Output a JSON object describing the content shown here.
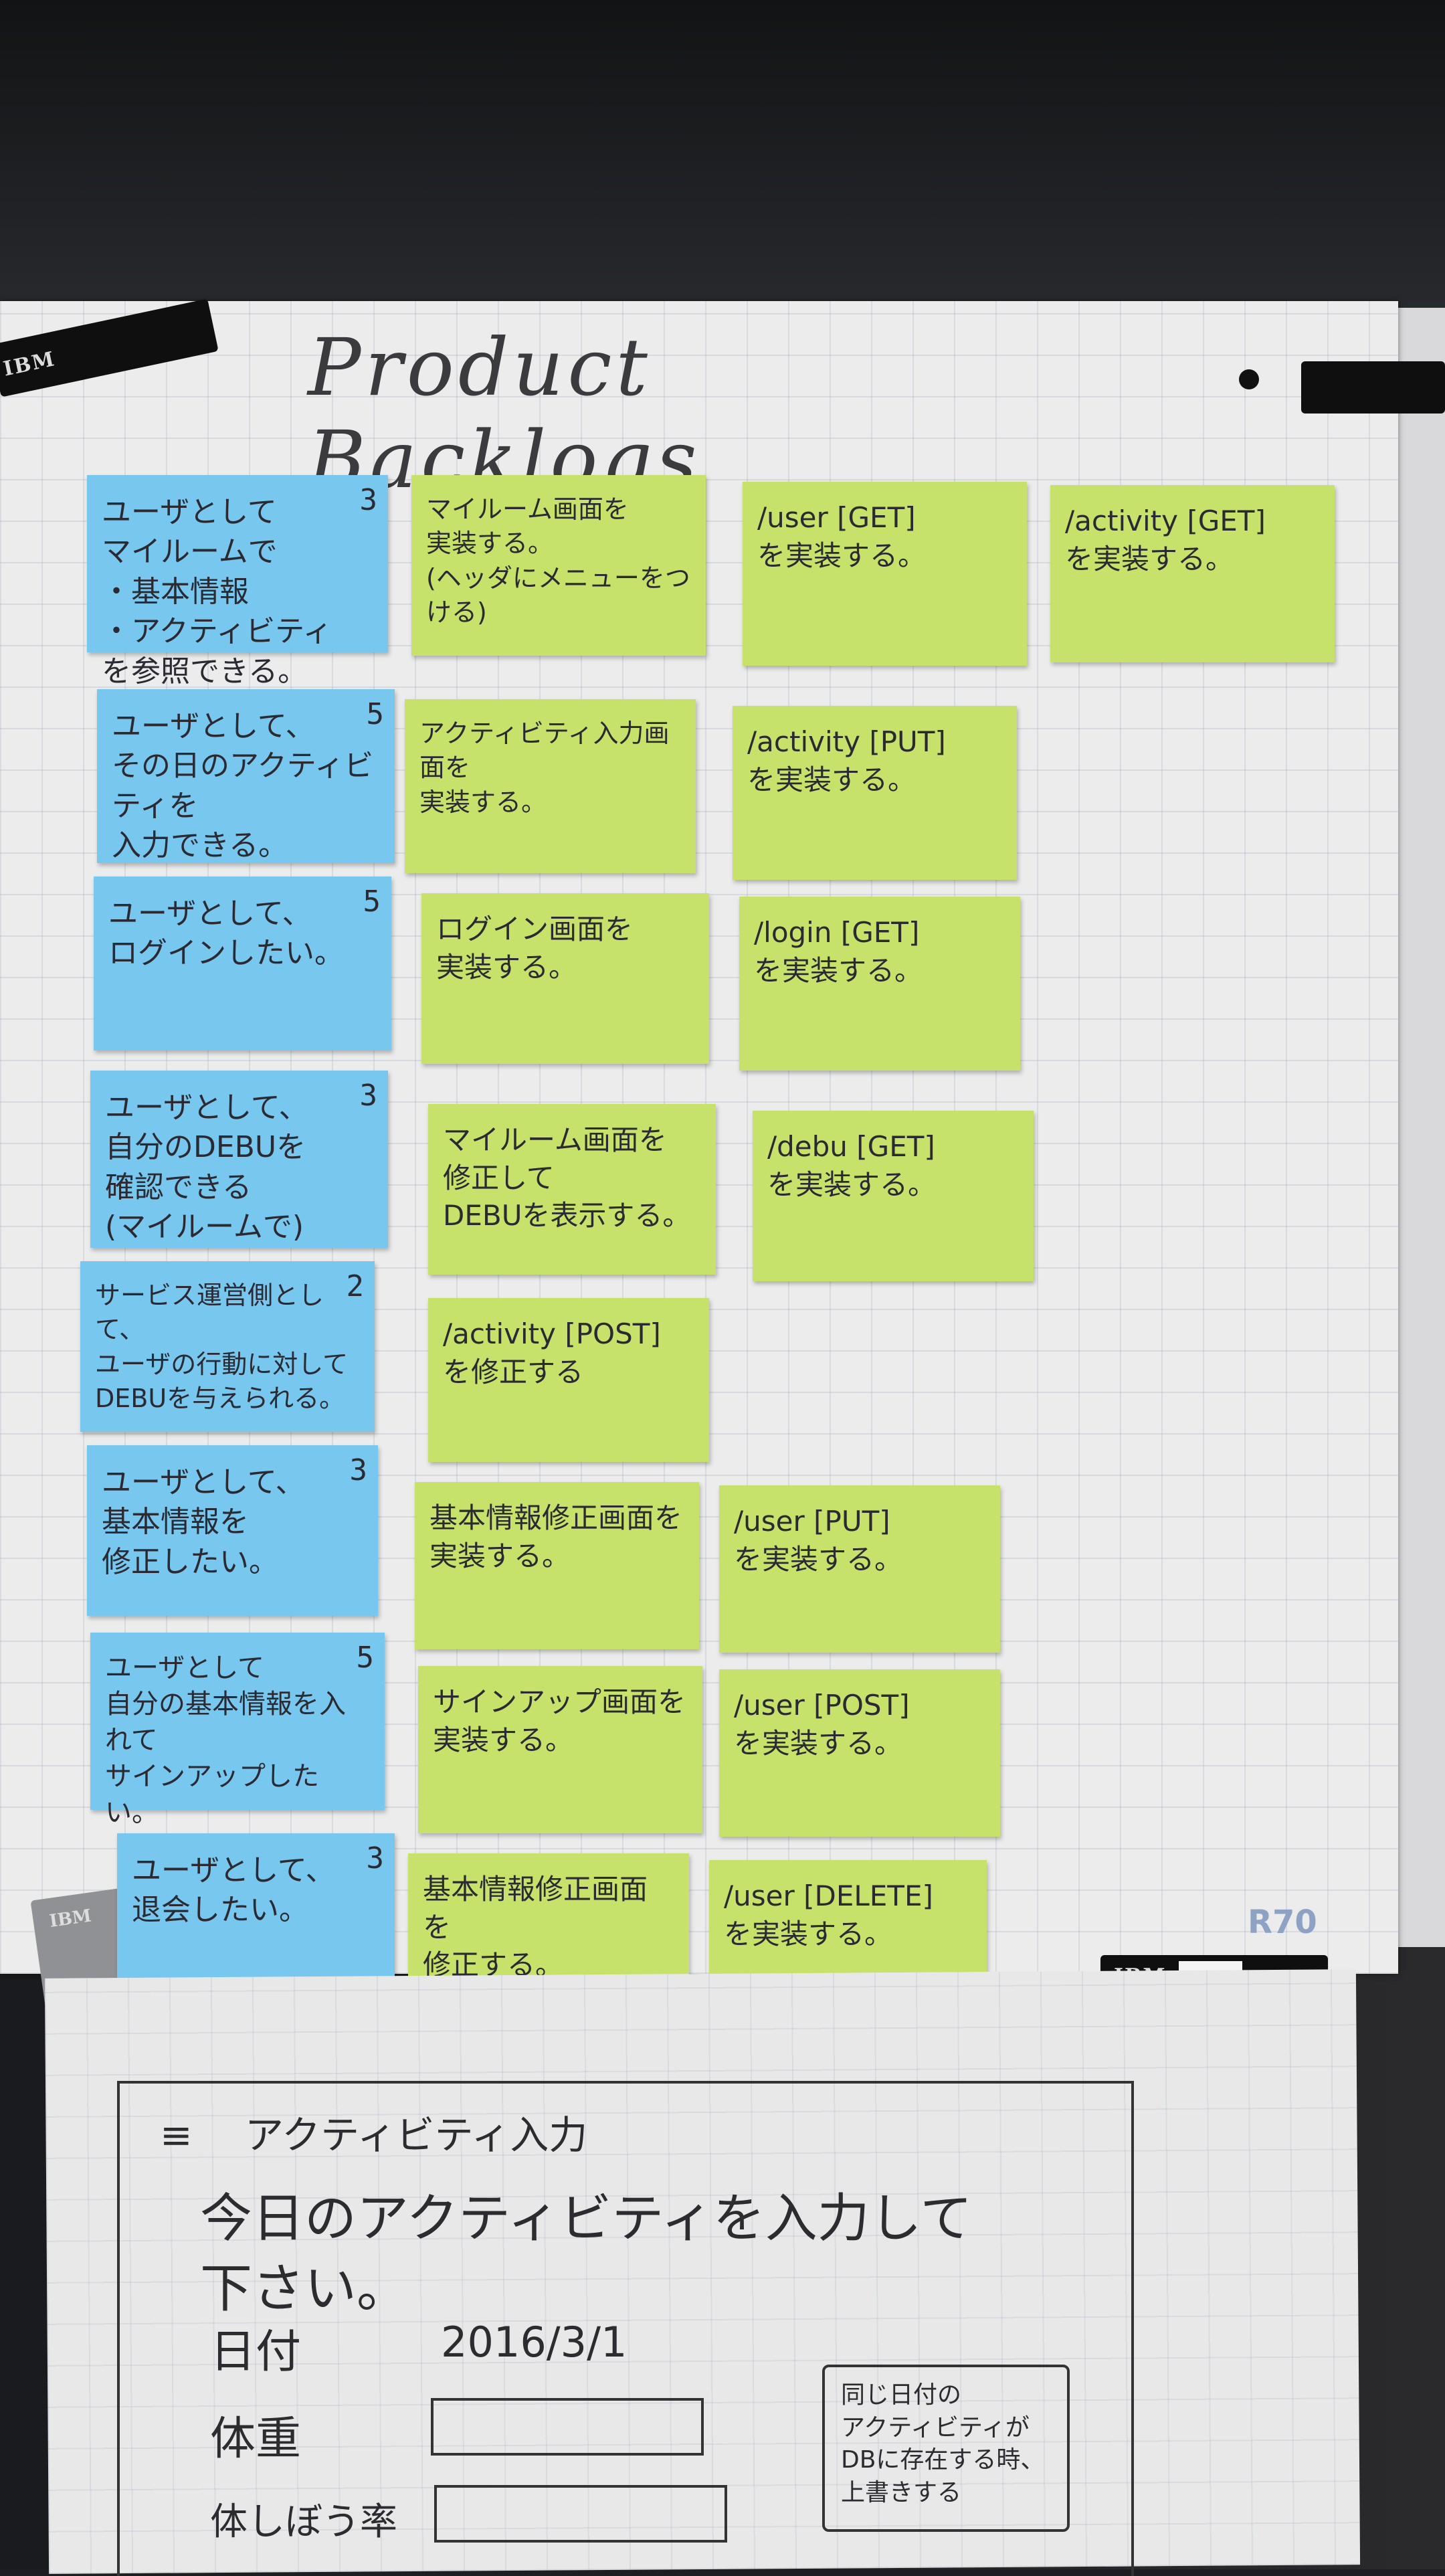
{
  "title": "Product Backlogs",
  "magnet_brand": "IBM",
  "watermark": "R70",
  "stories": [
    {
      "text": "ユーザとして\nマイルームで\n・基本情報\n・アクティビティ\nを参照できる。",
      "points": "3"
    },
    {
      "text": "ユーザとして、\nその日のアクティビティを\n入力できる。",
      "points": "5"
    },
    {
      "text": "ユーザとして、\nログインしたい。",
      "points": "5"
    },
    {
      "text": "ユーザとして、\n自分のDEBUを\n確認できる\n(マイルームで)",
      "points": "3"
    },
    {
      "text": "サービス運営側として、\nユーザの行動に対して\nDEBUを与えられる。",
      "points": "2"
    },
    {
      "text": "ユーザとして、\n基本情報を\n修正したい。",
      "points": "3"
    },
    {
      "text": "ユーザとして\n自分の基本情報を入れて\nサインアップしたい。",
      "points": "5"
    },
    {
      "text": "ユーザとして、\n退会したい。",
      "points": "3"
    }
  ],
  "tasks": [
    [
      {
        "text": "マイルーム画面を\n実装する。\n(ヘッダにメニューをつける)",
        "stamp": ""
      },
      {
        "text": "/user [GET]\nを実装する。",
        "stamp": ""
      },
      {
        "text": "/activity [GET]\nを実装する。",
        "stamp": ""
      }
    ],
    [
      {
        "text": "アクティビティ入力画面を\n実装する。",
        "stamp": ""
      },
      {
        "text": "/activity [PUT]\nを実装する。",
        "stamp": ""
      }
    ],
    [
      {
        "text": "ログイン画面を\n実装する。",
        "stamp": ""
      },
      {
        "text": "/login [GET]\nを実装する。",
        "stamp": ""
      }
    ],
    [
      {
        "text": "マイルーム画面を\n修正して\nDEBUを表示する。",
        "stamp": ""
      },
      {
        "text": "/debu [GET]\nを実装する。",
        "stamp": ""
      }
    ],
    [
      {
        "text": "/activity [POST]\nを修正する",
        "stamp": ""
      }
    ],
    [
      {
        "text": "基本情報修正画面を\n実装する。",
        "stamp": ""
      },
      {
        "text": "/user [PUT]\nを実装する。",
        "stamp": ""
      }
    ],
    [
      {
        "text": "サインアップ画面を\n実装する。",
        "stamp": ""
      },
      {
        "text": "/user [POST]\nを実装する。",
        "stamp": ""
      }
    ],
    [
      {
        "text": "基本情報修正画面を\n修正する。",
        "stamp": ""
      },
      {
        "text": "/user [DELETE]\nを実装する。",
        "stamp": ""
      }
    ]
  ],
  "sketch": {
    "menu_icon": "≡",
    "header": "アクティビティ入力",
    "prompt": "今日のアクティビティを入力して\n下さい。",
    "date_label": "日付",
    "date_value": "2016/3/1",
    "weight_label": "体重",
    "bodyfat_label": "体しぼう率",
    "note": "同じ日付の\nアクティビティが\nDBに存在する時、\n上書きする"
  },
  "colors": {
    "story_note": "#78c7ef",
    "task_note": "#c7e26a",
    "paper": "#ececec"
  }
}
